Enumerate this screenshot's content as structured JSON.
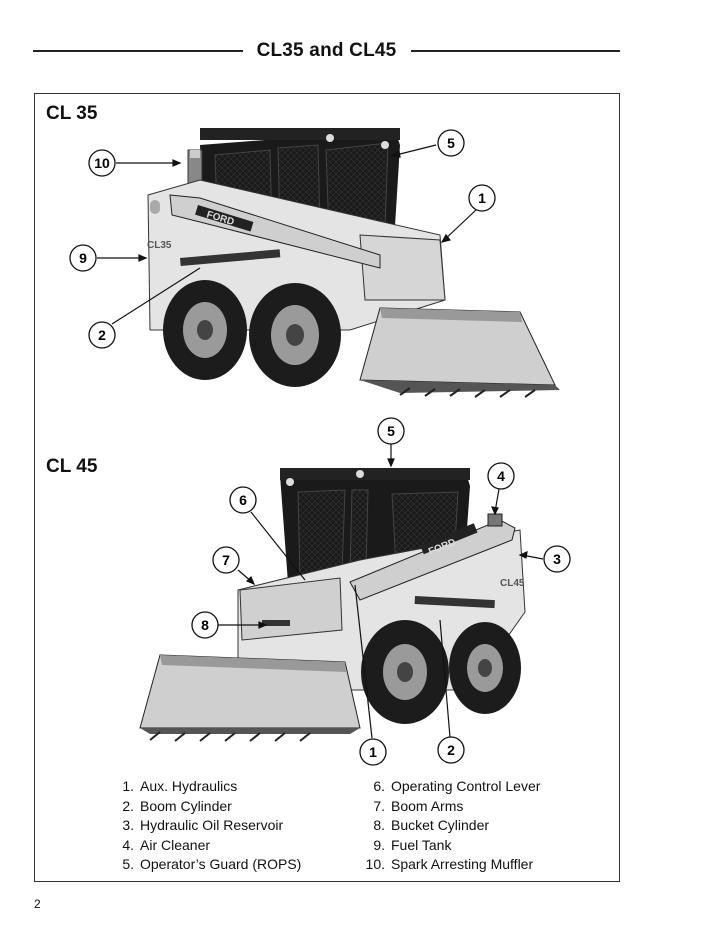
{
  "header": {
    "title": "CL35 and CL45"
  },
  "models": {
    "cl35": "CL 35",
    "cl45": "CL 45"
  },
  "machine_text": {
    "brand": "FORD",
    "decal_cl35": "CL35",
    "decal_cl45": "CL45"
  },
  "legend_left": [
    {
      "num": "1.",
      "text": "Aux. Hydraulics"
    },
    {
      "num": "2.",
      "text": "Boom Cylinder"
    },
    {
      "num": "3.",
      "text": "Hydraulic Oil Reservoir"
    },
    {
      "num": "4.",
      "text": "Air Cleaner"
    },
    {
      "num": "5.",
      "text": "Operator’s Guard (ROPS)"
    }
  ],
  "legend_right": [
    {
      "num": "6.",
      "text": "Operating Control Lever"
    },
    {
      "num": "7.",
      "text": "Boom Arms"
    },
    {
      "num": "8.",
      "text": "Bucket Cylinder"
    },
    {
      "num": "9.",
      "text": "Fuel Tank"
    },
    {
      "num": "10.",
      "text": "Spark Arresting Muffler"
    }
  ],
  "callouts_cl35": [
    "10",
    "5",
    "1",
    "9",
    "2"
  ],
  "callouts_cl45": [
    "5",
    "4",
    "6",
    "7",
    "3",
    "8",
    "1",
    "2"
  ],
  "page_number": "2"
}
